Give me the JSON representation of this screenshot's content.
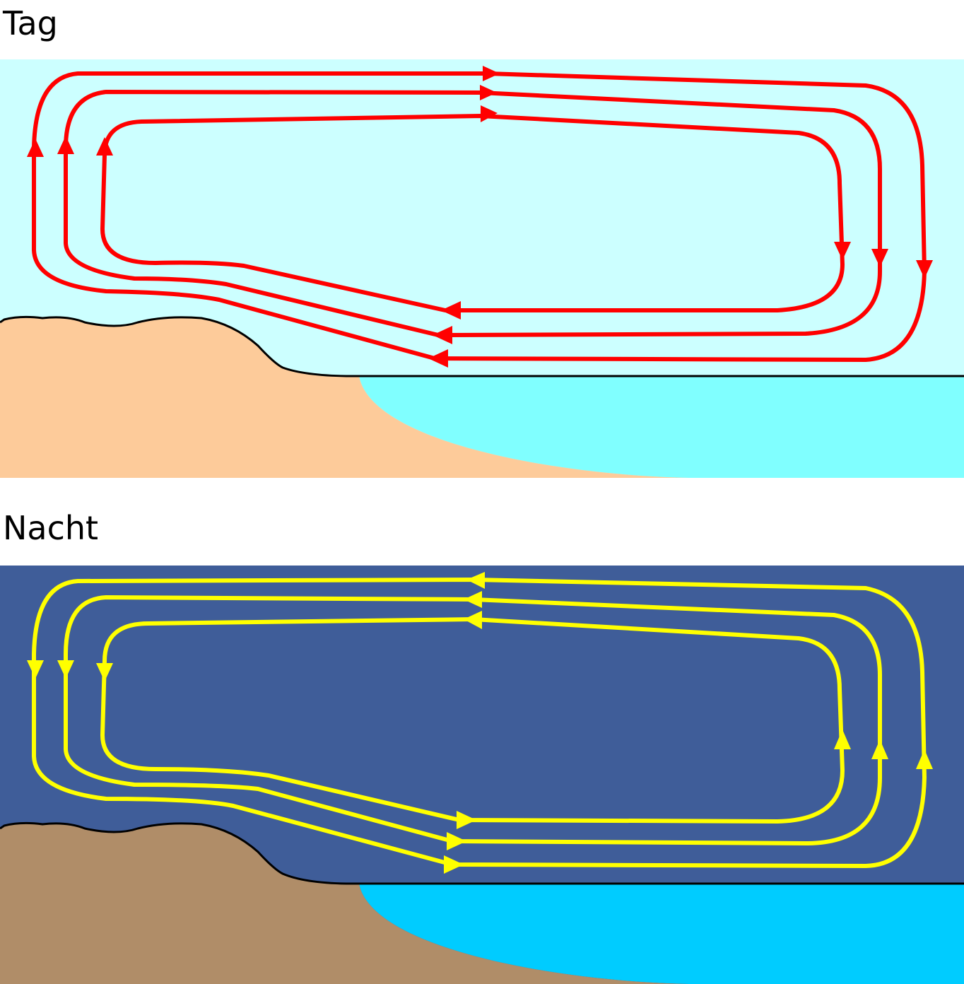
{
  "panels": {
    "day": {
      "title": "Tag",
      "colors": {
        "sky": "#ccffff",
        "land": "#fdcb9a",
        "sea": "#80ffff",
        "arrow": "#ff0000",
        "shoreline": "#000000"
      },
      "flow_direction": "clockwise",
      "surface_wind": "sea-to-land",
      "loops": 3
    },
    "night": {
      "title": "Nacht",
      "colors": {
        "sky": "#3f5d99",
        "land": "#b08d68",
        "sea": "#00ccff",
        "arrow": "#ffff00",
        "shoreline": "#000000"
      },
      "flow_direction": "counter-clockwise",
      "surface_wind": "land-to-sea",
      "loops": 3
    }
  }
}
